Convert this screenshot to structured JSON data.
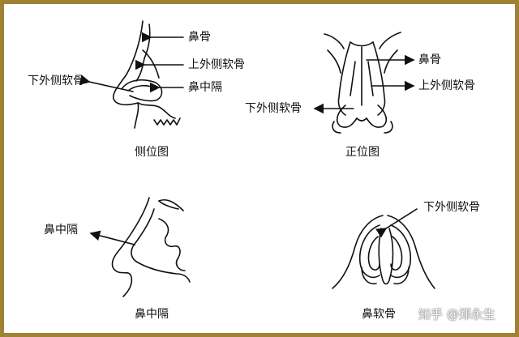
{
  "colors": {
    "frame": "#a08234",
    "ink": "#111111"
  },
  "panels": {
    "lateral": {
      "caption": "侧位图",
      "labels": {
        "nasal_bone": "鼻骨",
        "upper_lateral": "上外侧软骨",
        "septum": "鼻中隔",
        "lower_lateral": "下外侧软骨"
      }
    },
    "frontal": {
      "caption": "正位图",
      "labels": {
        "nasal_bone": "鼻骨",
        "upper_lateral": "上外侧软骨",
        "lower_lateral": "下外侧软骨"
      }
    },
    "septum": {
      "caption": "鼻中隔",
      "labels": {
        "septum": "鼻中隔"
      }
    },
    "cartilage": {
      "caption": "鼻软骨",
      "labels": {
        "lower_lateral": "下外侧软骨"
      }
    }
  },
  "watermark": {
    "text": "知乎 @郑永生"
  }
}
